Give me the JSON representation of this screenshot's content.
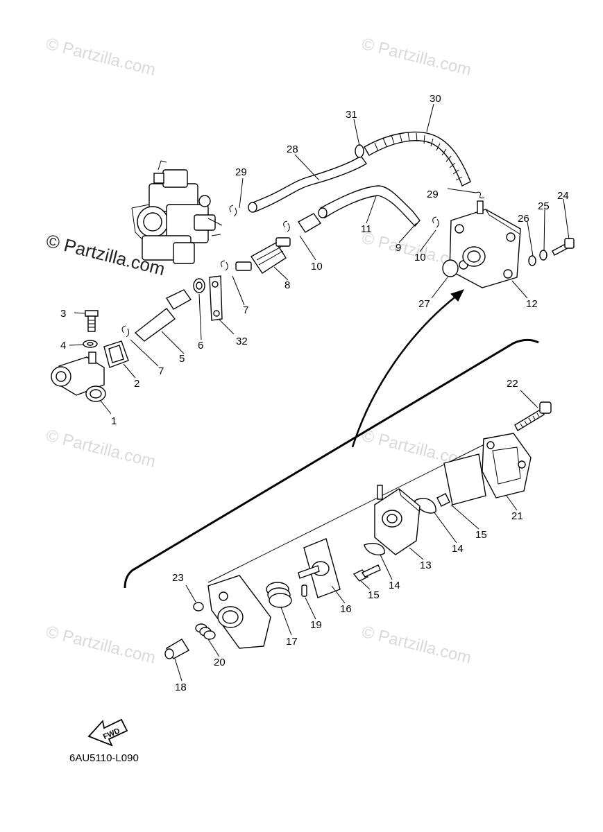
{
  "watermarks": [
    {
      "text": "© Partzilla.com",
      "style": "faint"
    },
    {
      "text": "© Partzilla.com",
      "style": "faint"
    },
    {
      "text": "© Partzilla.com",
      "style": "bold"
    },
    {
      "text": "© Partzilla.com",
      "style": "faint"
    },
    {
      "text": "© Partzilla.com",
      "style": "faint"
    },
    {
      "text": "© Partzilla.com",
      "style": "faint"
    },
    {
      "text": "© Partzilla.com",
      "style": "faint"
    },
    {
      "text": "© Partzilla.com",
      "style": "faint"
    }
  ],
  "callouts": [
    {
      "id": "c1",
      "text": "1"
    },
    {
      "id": "c2",
      "text": "2"
    },
    {
      "id": "c3",
      "text": "3"
    },
    {
      "id": "c4",
      "text": "4"
    },
    {
      "id": "c5",
      "text": "5"
    },
    {
      "id": "c6",
      "text": "6"
    },
    {
      "id": "c7a",
      "text": "7"
    },
    {
      "id": "c7b",
      "text": "7"
    },
    {
      "id": "c8",
      "text": "8"
    },
    {
      "id": "c9",
      "text": "9"
    },
    {
      "id": "c10a",
      "text": "10"
    },
    {
      "id": "c10b",
      "text": "10"
    },
    {
      "id": "c11",
      "text": "11"
    },
    {
      "id": "c12",
      "text": "12"
    },
    {
      "id": "c13",
      "text": "13"
    },
    {
      "id": "c14a",
      "text": "14"
    },
    {
      "id": "c14b",
      "text": "14"
    },
    {
      "id": "c15a",
      "text": "15"
    },
    {
      "id": "c15b",
      "text": "15"
    },
    {
      "id": "c16",
      "text": "16"
    },
    {
      "id": "c17",
      "text": "17"
    },
    {
      "id": "c18",
      "text": "18"
    },
    {
      "id": "c19",
      "text": "19"
    },
    {
      "id": "c20",
      "text": "20"
    },
    {
      "id": "c21",
      "text": "21"
    },
    {
      "id": "c22",
      "text": "22"
    },
    {
      "id": "c23",
      "text": "23"
    },
    {
      "id": "c24",
      "text": "24"
    },
    {
      "id": "c25",
      "text": "25"
    },
    {
      "id": "c26",
      "text": "26"
    },
    {
      "id": "c27",
      "text": "27"
    },
    {
      "id": "c28",
      "text": "28"
    },
    {
      "id": "c29a",
      "text": "29"
    },
    {
      "id": "c29b",
      "text": "29"
    },
    {
      "id": "c30",
      "text": "30"
    },
    {
      "id": "c31",
      "text": "31"
    },
    {
      "id": "c32",
      "text": "32"
    }
  ],
  "fwd_label": "FWD",
  "diagram_code": "6AU5110-L090"
}
